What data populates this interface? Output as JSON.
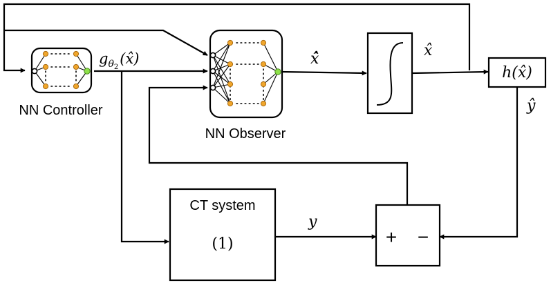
{
  "labels": {
    "nn_controller": "NN Controller",
    "nn_observer": "NN Observer",
    "ct_system": "CT system",
    "ct_system_ref": "(1)",
    "controller_output": "g",
    "controller_output_sub": "θ",
    "controller_output_subsub": "2",
    "controller_output_arg": "(x̂)",
    "observer_output": "x̂̇",
    "integrator_output": "x̂",
    "output_map_fn": "h",
    "output_map_arg": "(x̂)",
    "estimated_output": "ŷ",
    "measured_output": "y",
    "plus_sign": "+",
    "minus_sign": "−"
  },
  "colors": {
    "neuron": "#f0a62c",
    "neuron_stroke": "#a86a10",
    "output_neuron": "#8ee04a",
    "output_neuron_stroke": "#4a8a1c",
    "line": "#000000"
  },
  "icons": {
    "integrator": "s-curve-integrator-icon"
  }
}
